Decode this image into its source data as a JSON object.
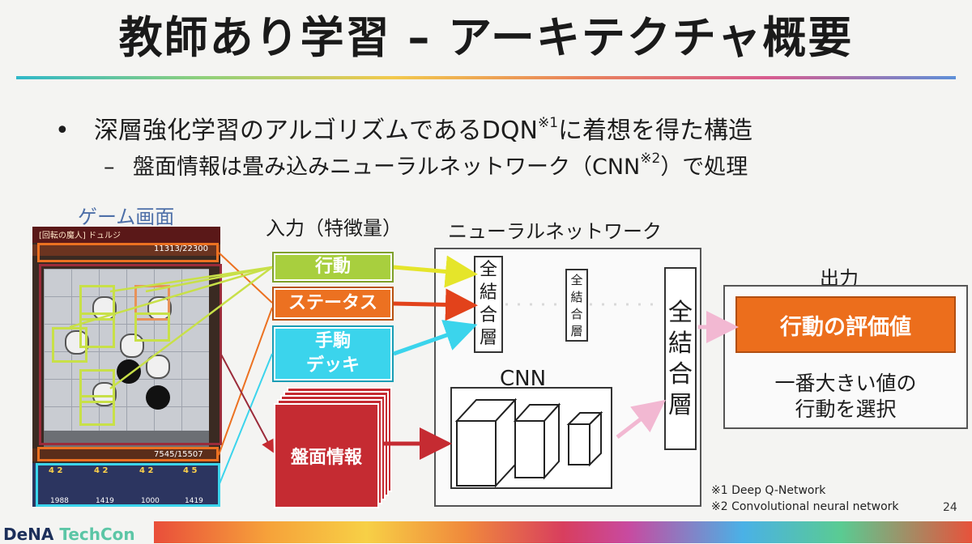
{
  "slide": {
    "title": "教師あり学習 – アーキテクチャ概要",
    "bullet1_text": "深層強化学習のアルゴリズムであるDQN",
    "bullet1_note": "※1",
    "bullet1_suffix": "に着想を得た構造",
    "bullet2_text": "盤面情報は畳み込みニューラルネットワーク（CNN",
    "bullet2_note": "※2",
    "bullet2_suffix": "）で処理",
    "page_number": "24"
  },
  "game": {
    "label": "ゲーム画面",
    "top_text": "[回転の魔人] ドュルジ",
    "hp_text": "11313/22300",
    "bar2_text": "7545/15507",
    "deck_stats": [
      "4 2",
      "4 2",
      "4 2",
      "4 5"
    ],
    "deck_costs": [
      "1988",
      "1419",
      "1000",
      "1419"
    ]
  },
  "inputs": {
    "label": "入力（特徴量）",
    "action": "行動",
    "status": "ステータス",
    "deck_line1": "手駒",
    "deck_line2": "デッキ",
    "board": "盤面情報"
  },
  "network": {
    "label": "ニューラルネットワーク",
    "fc1": "全結合層",
    "fc2": "全結合層",
    "fc3": "全結合層",
    "cnn": "CNN"
  },
  "output": {
    "label": "出力",
    "value": "行動の評価値",
    "desc_line1": "一番大きい値の",
    "desc_line2": "行動を選択"
  },
  "footnotes": {
    "note1": "※1 Deep Q-Network",
    "note2": "※2 Convolutional neural network"
  },
  "brand": {
    "name": "DeNA ",
    "accent": "TechCon"
  },
  "colors": {
    "action": "#a8cf3e",
    "status": "#ec7121",
    "deck": "#3bd4ec",
    "board": "#c52b32",
    "output": "#ec6e1c",
    "arrow_pink": "#f2b8d2"
  }
}
